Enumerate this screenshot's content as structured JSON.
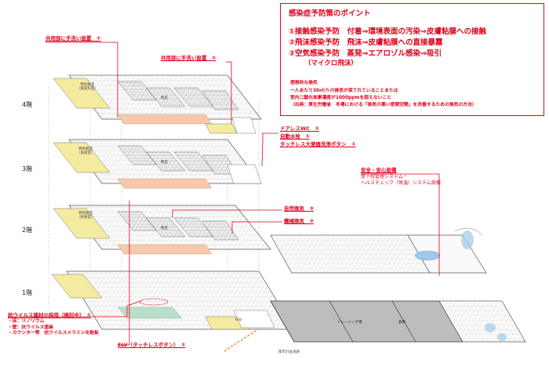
{
  "points_box": {
    "title": "感染症予防策のポイント",
    "line1": "①接触感染予防　付着⇒環境表面の汚染⇒皮膚粘膜への接触",
    "line2": "②飛沫感染予防　飛沫⇒皮膚粘膜への直接暴露",
    "line3": "③空気感染予防　蒸発⇒エアロゾル感染⇒吸引",
    "line3b": "（マイクロ飛沫）",
    "vent_title": "理想的な換気",
    "vent1": "一人あたり30㎥/ｈの換気が保てれていることまたは",
    "vent2": "室内二酸化炭素濃度が1000ppmを超えないこと",
    "vent3": "（出典：厚生労働省　冬場における「換気の悪い密閉空間」を改善するための換気の方法）"
  },
  "floors": [
    "4階",
    "3階",
    "2階",
    "1階"
  ],
  "callouts": {
    "handwash_top": "共用部に手洗い設置　①",
    "handwash_2": "共用部に手洗い設置　①",
    "doorless_wc": "ドアレスWC　①",
    "auto_faucet": "自動水栓　①",
    "touchless_flush": "タッチレス大便器洗浄ボタン　①",
    "safety": "安全・安心設備",
    "safety_l1": "登下校管理システム・",
    "safety_l2": "ヘルスチェック（体温）システム設備",
    "natural_vent": "自然換気　③",
    "mech_vent": "機械換気　③",
    "antiviral": "抗ウイルス建材の採用（検討中）　①",
    "antiviral_1": "・床：リノリウム",
    "antiviral_2": "・壁：抗ウイルス塗装",
    "antiviral_3": "・カウンター等　抗ウイルスメラミン化粧板",
    "elv": "ELV（タッチレスボタン）　①"
  },
  "room_labels": {
    "special_4": "特別教室",
    "special_4b": "（家庭科室）",
    "special_3": "特別教室",
    "special_3b": "（美術室）",
    "special_2": "特別教室",
    "special_2b": "（技術室）",
    "classroom": "教室",
    "training": "トレーニング場",
    "warehouse": "倉庫",
    "elv_tag": "ELV",
    "road": "都市計画道路"
  },
  "colors": {
    "accent": "#e0001b",
    "yellow_zone": "#f5eba0",
    "orange_zone": "#f8c9a8",
    "blue_zone": "#9ec9e8",
    "green_zone": "#b8e0c8",
    "gray_zone": "#bdbdbd"
  }
}
